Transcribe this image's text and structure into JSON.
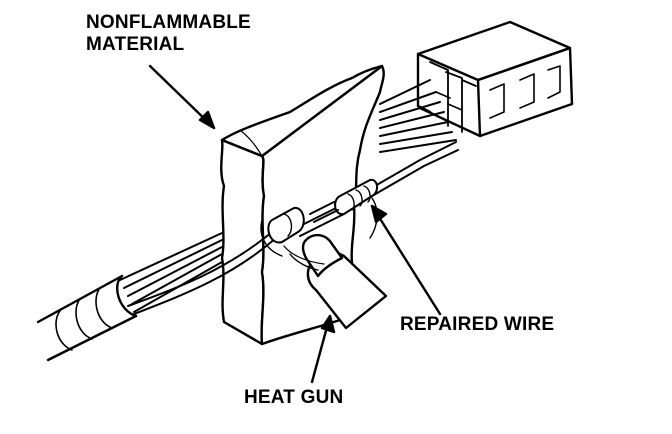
{
  "labels": {
    "nonflammable_line1": "NONFLAMMABLE",
    "nonflammable_line2": "MATERIAL",
    "repaired_wire": "REPAIRED WIRE",
    "heat_gun": "HEAT GUN"
  },
  "colors": {
    "ink": "#000000",
    "paper": "#ffffff"
  }
}
